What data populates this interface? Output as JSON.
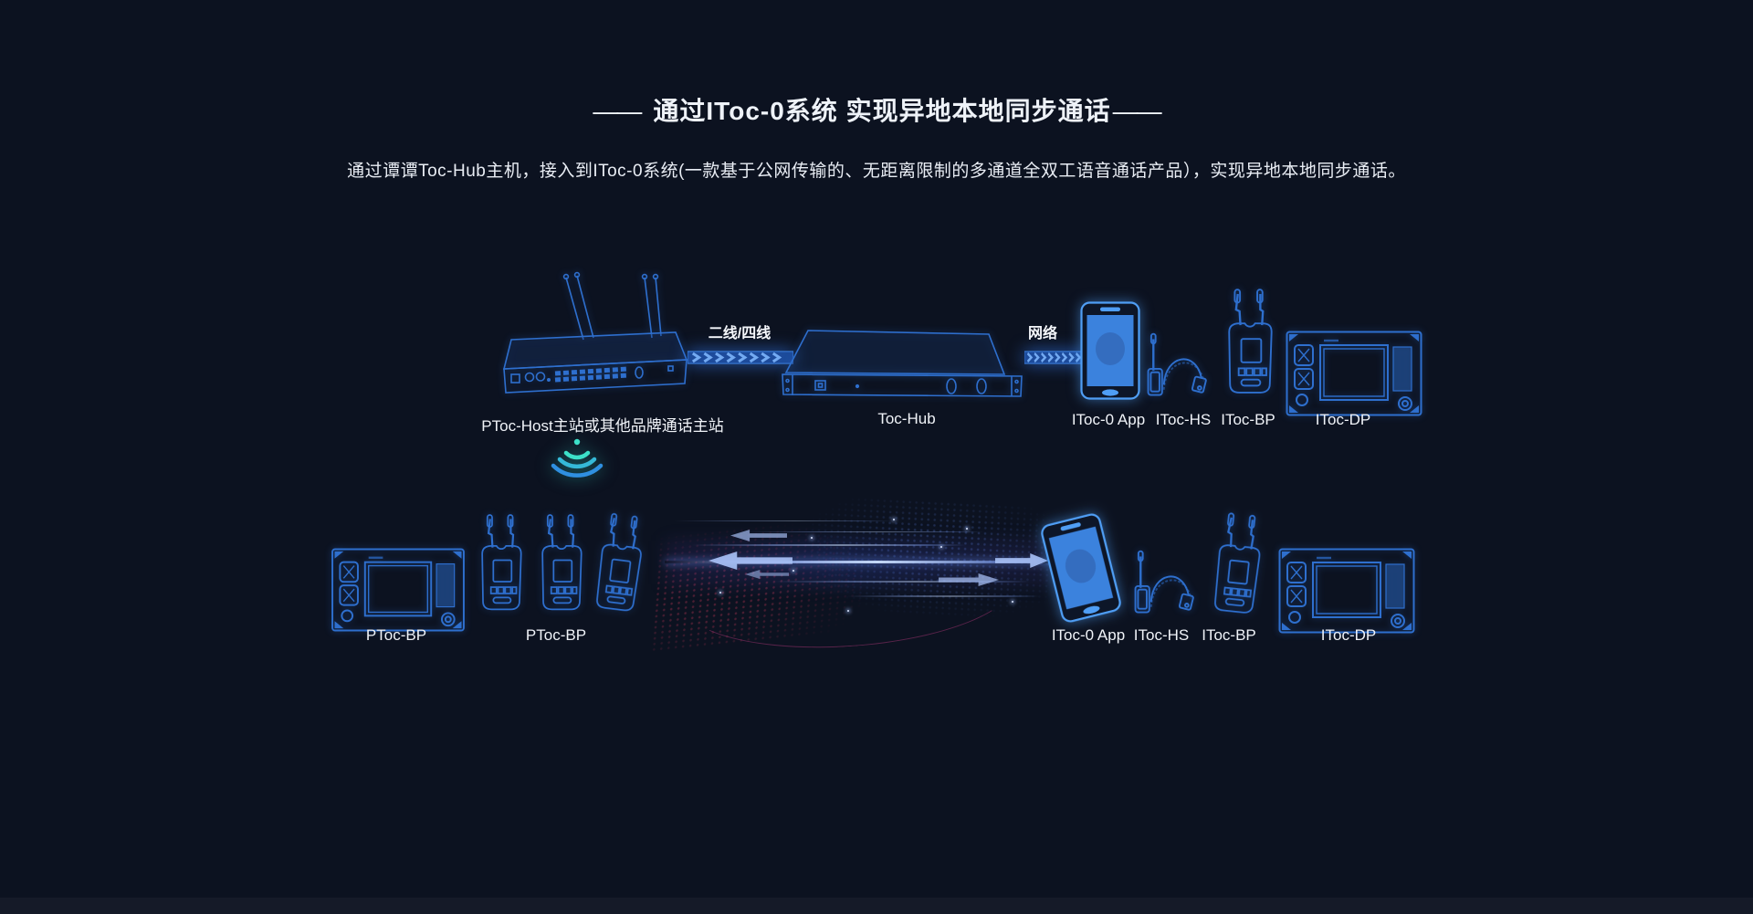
{
  "page": {
    "title": "通过IToc-0系统 实现异地本地同步通话",
    "title_dash": "——",
    "description": "通过谭谭Toc-Hub主机，接入到IToc-0系统(一款基于公网传输的、无距离限制的多通道全双工语音通话产品），实现异地本地同步通话。"
  },
  "diagram": {
    "links": {
      "wire_label": "二线/四线",
      "network_label": "网络"
    },
    "top": {
      "host_label": "PToc-Host主站或其他品牌通话主站",
      "hub_label": "Toc-Hub",
      "devices": [
        {
          "label": "IToc-0 App"
        },
        {
          "label": "IToc-HS"
        },
        {
          "label": "IToc-BP"
        },
        {
          "label": "IToc-DP"
        }
      ]
    },
    "bottom": {
      "left_devices": [
        {
          "label": "PToc-BP"
        },
        {
          "label": "PToc-BP"
        }
      ],
      "right_devices": [
        {
          "label": "IToc-0 App"
        },
        {
          "label": "IToc-HS"
        },
        {
          "label": "IToc-BP"
        },
        {
          "label": "IToc-DP"
        }
      ]
    }
  },
  "colors": {
    "background": "#0c1220",
    "wireframe_blue": "#2e6fce",
    "bright_blue": "#4f9ef5",
    "phone_screen": "#3b82dd",
    "link_bar": "#1d4d9e",
    "wifi_teal": "#3ce0c8",
    "text": "#f0f3f8"
  }
}
